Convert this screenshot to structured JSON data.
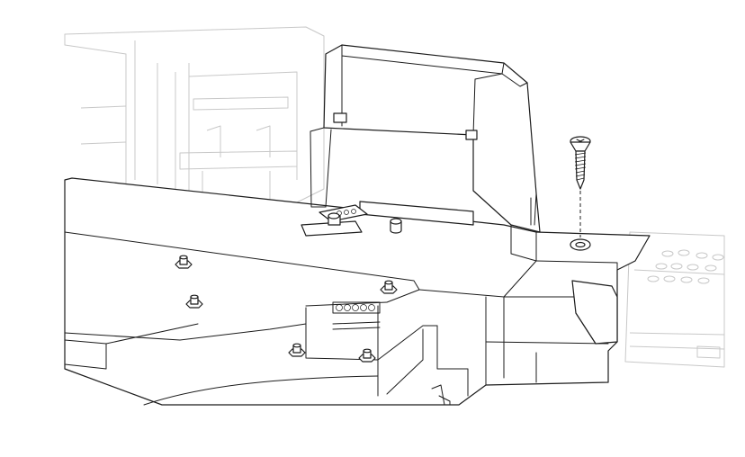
{
  "figure": {
    "type": "assembly-step-illustration",
    "components": [
      {
        "name": "countersunk-screw",
        "count": 1
      },
      {
        "name": "washer",
        "count": 1
      },
      {
        "name": "mounting-bracket",
        "count": 1
      },
      {
        "name": "hex-standoff",
        "count": 5
      }
    ],
    "colors": {
      "line": "#1c1c1c",
      "ghost": "#c8c8c8",
      "background": "#ffffff"
    }
  }
}
